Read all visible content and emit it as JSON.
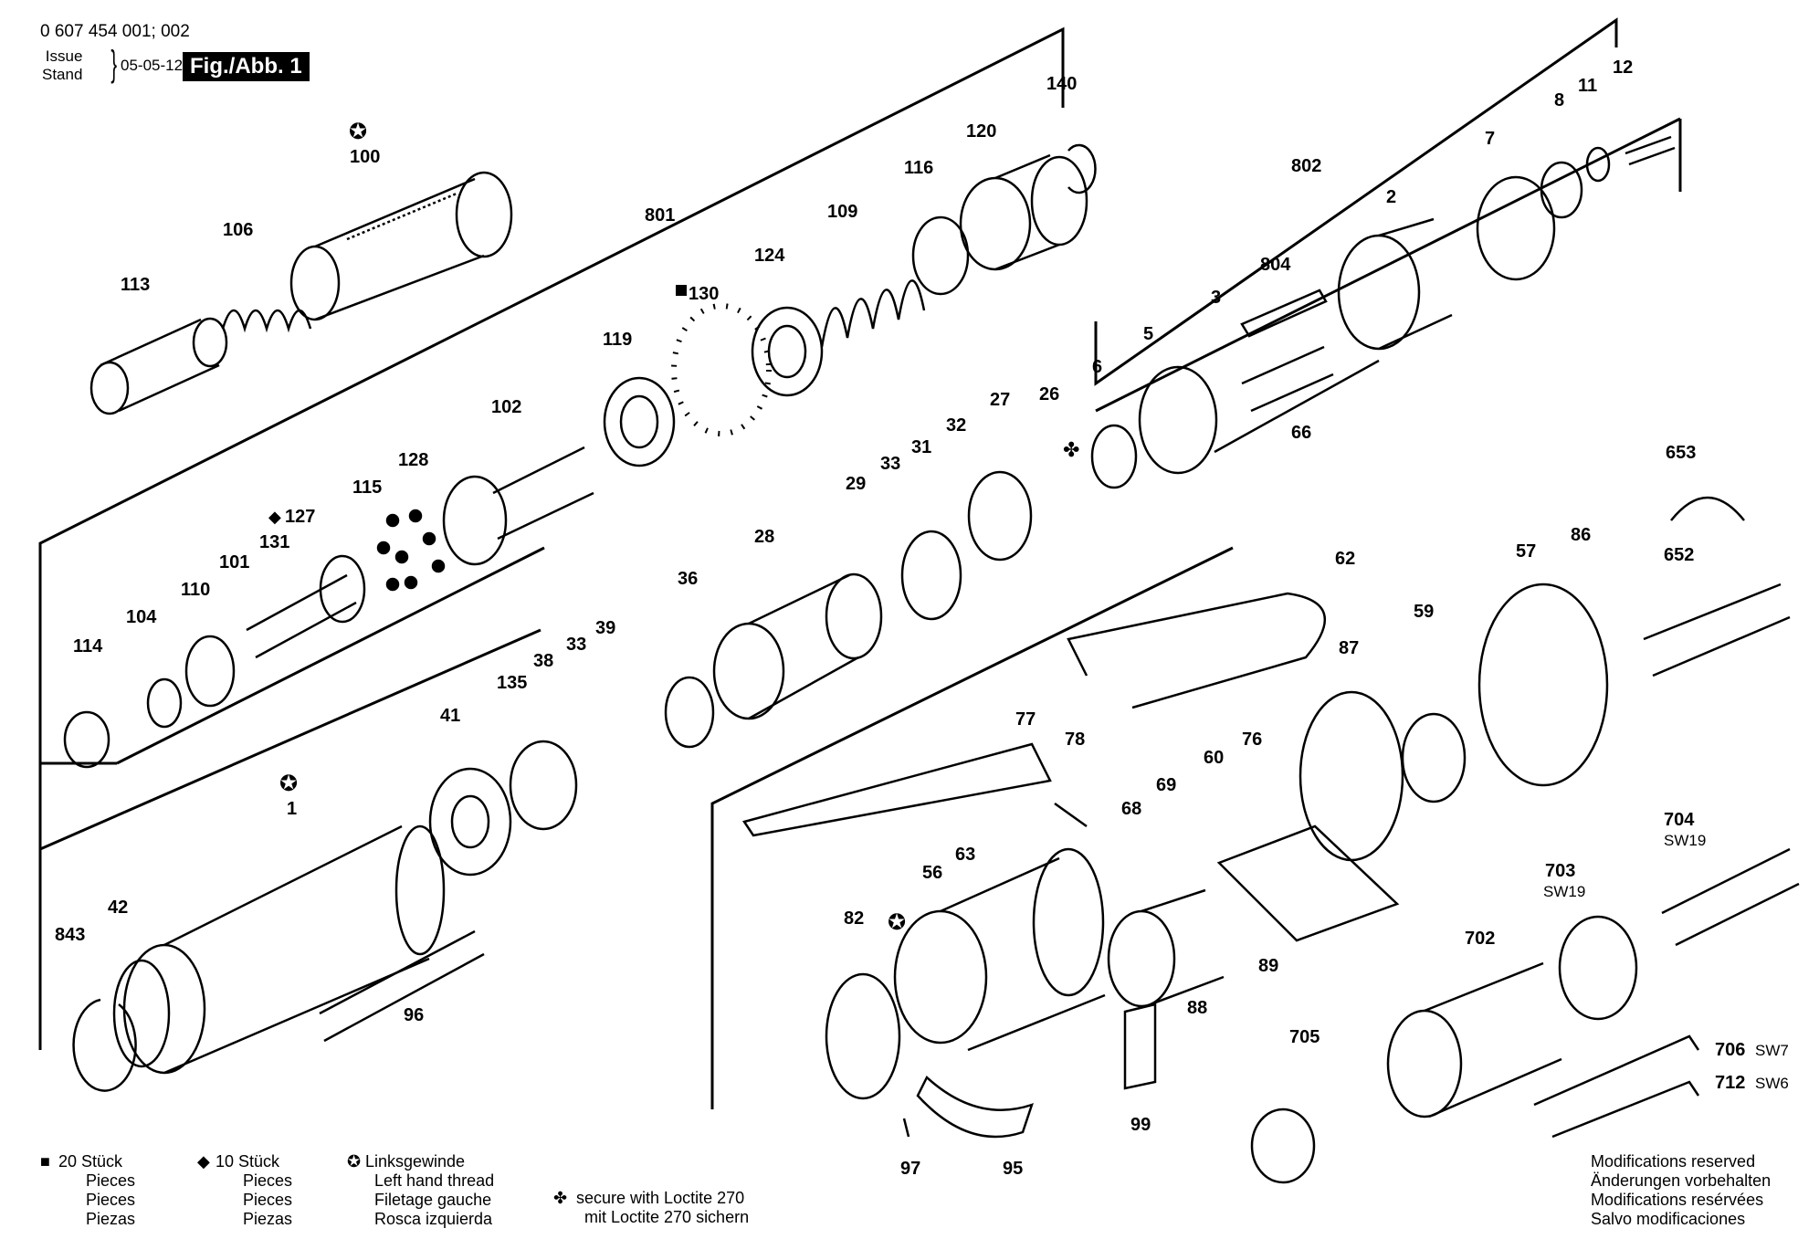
{
  "header": {
    "code": "0 607 454 001; 002",
    "issue_label": "Issue",
    "stand_label": "Stand",
    "date": "05-05-12",
    "figure_title": "Fig./Abb. 1"
  },
  "legend": {
    "pieces20": {
      "qty": "20 Stück",
      "lines": [
        "Pieces",
        "Pieces",
        "Piezas"
      ]
    },
    "pieces10": {
      "qty": "10 Stück",
      "lines": [
        "Pieces",
        "Pieces",
        "Piezas"
      ]
    },
    "left_thread": {
      "lines": [
        "Linksgewinde",
        "Left hand thread",
        "Filetage gauche",
        "Rosca izquierda"
      ]
    },
    "loctite": {
      "lines": [
        "secure with Loctite 270",
        "mit Loctite 270 sichern"
      ]
    },
    "modifications": {
      "lines": [
        "Modifications reserved",
        "Änderungen vorbehalten",
        "Modifications resérvées",
        "Salvo modificaciones"
      ]
    }
  },
  "parts": {
    "p100": "100",
    "p106": "106",
    "p113": "113",
    "p801": "801",
    "p130": "130",
    "p124": "124",
    "p109": "109",
    "p116": "116",
    "p120": "120",
    "p140": "140",
    "p119": "119",
    "p102": "102",
    "p128": "128",
    "p115": "115",
    "p127": "127",
    "p131": "131",
    "p101": "101",
    "p110": "110",
    "p104": "104",
    "p114": "114",
    "p802": "802",
    "p804": "804",
    "p2": "2",
    "p7": "7",
    "p8": "8",
    "p11": "11",
    "p12": "12",
    "p3": "3",
    "p5": "5",
    "p6": "6",
    "p66": "66",
    "p27": "27",
    "p26": "26",
    "p32": "32",
    "p31": "31",
    "p33a": "33",
    "p29": "29",
    "p28": "28",
    "p36": "36",
    "p39": "39",
    "p33b": "33",
    "p38": "38",
    "p135": "135",
    "p41": "41",
    "p1": "1",
    "p42": "42",
    "p843": "843",
    "p96": "96",
    "p62": "62",
    "p653": "653",
    "p652": "652",
    "p57": "57",
    "p86": "86",
    "p59": "59",
    "p87": "87",
    "p77": "77",
    "p78": "78",
    "p76": "76",
    "p60": "60",
    "p69": "69",
    "p68": "68",
    "p63": "63",
    "p56": "56",
    "p82": "82",
    "p88": "88",
    "p89": "89",
    "p99": "99",
    "p97": "97",
    "p95": "95",
    "p704": "704",
    "p704sw": "SW19",
    "p703": "703",
    "p703sw": "SW19",
    "p702": "702",
    "p705": "705",
    "p706": "706",
    "p706sw": "SW7",
    "p712": "712",
    "p712sw": "SW6"
  }
}
